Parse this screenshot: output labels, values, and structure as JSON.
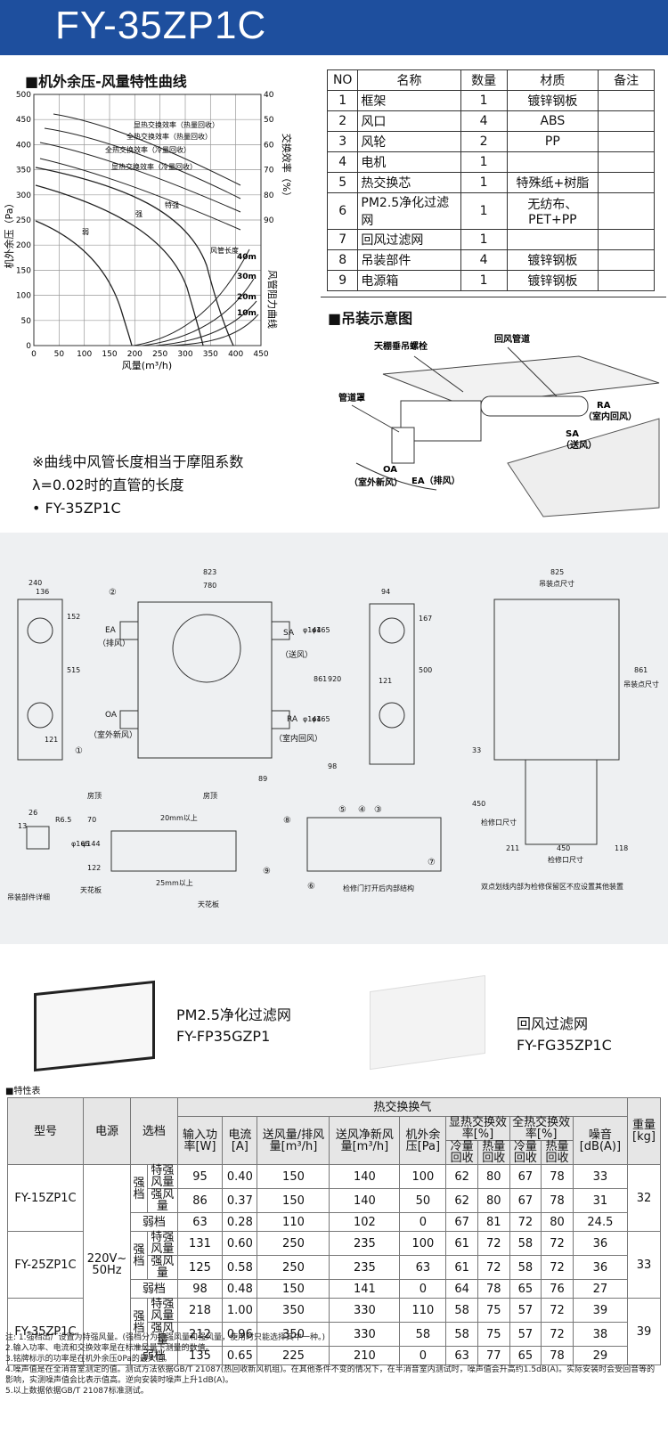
{
  "header": {
    "title": "FY-35ZP1C"
  },
  "curve": {
    "title": "■机外余压-风量特性曲线",
    "ylabel_left": "机外余压（Pa）",
    "ylabel_right_top": "交换效率（%）",
    "ylabel_right_bottom": "风管阻力曲线",
    "xlabel": "风量(m³/h)",
    "y_ticks": [
      "0",
      "50",
      "100",
      "150",
      "200",
      "250",
      "300",
      "350",
      "400",
      "450",
      "500"
    ],
    "y2_ticks": [
      "40",
      "50",
      "60",
      "70",
      "80",
      "90"
    ],
    "x_ticks": [
      "0",
      "50",
      "100",
      "150",
      "200",
      "250",
      "300",
      "350",
      "400",
      "450"
    ],
    "curve_labels": [
      "显热交换效率（热量回收）",
      "全热交换效率（热量回收）",
      "全热交换效率（冷量回收）",
      "显热交换效率（冷量回收）",
      "特强",
      "强",
      "弱"
    ],
    "duct_title": "风管长度",
    "duct_lengths": [
      "40m",
      "30m",
      "20m",
      "10m"
    ],
    "notes": [
      "※曲线中风管长度相当于摩阻系数",
      "λ=0.02时的直管的长度",
      "• FY-35ZP1C"
    ]
  },
  "parts_table": {
    "headers": [
      "NO",
      "名称",
      "数量",
      "材质",
      "备注"
    ],
    "rows": [
      [
        "1",
        "框架",
        "1",
        "镀锌钢板",
        ""
      ],
      [
        "2",
        "风口",
        "4",
        "ABS",
        ""
      ],
      [
        "3",
        "风轮",
        "2",
        "PP",
        ""
      ],
      [
        "4",
        "电机",
        "1",
        "",
        ""
      ],
      [
        "5",
        "热交换芯",
        "1",
        "特殊纸+树脂",
        ""
      ],
      [
        "6",
        "PM2.5净化过滤网",
        "1",
        "无纺布、PET+PP",
        ""
      ],
      [
        "7",
        "回风过滤网",
        "1",
        "",
        ""
      ],
      [
        "8",
        "吊装部件",
        "4",
        "镀锌钢板",
        ""
      ],
      [
        "9",
        "电源箱",
        "1",
        "镀锌钢板",
        ""
      ]
    ]
  },
  "install": {
    "title": "■吊装示意图",
    "labels": [
      "天棚垂吊螺栓",
      "回风管道",
      "管道罩",
      "RA",
      "（室内回风）",
      "SA",
      "（送风）",
      "OA",
      "（室外新风）",
      "EA（排风）"
    ]
  },
  "drawing": {
    "dims": [
      "240",
      "136",
      "152",
      "515",
      "121",
      "823",
      "780",
      "920",
      "861",
      "98",
      "89",
      "94",
      "167",
      "500",
      "121",
      "825",
      "吊装点尺寸",
      "861",
      "吊装点尺寸",
      "33",
      "450",
      "检修口尺寸",
      "211",
      "450",
      "118",
      "检修口尺寸",
      "26",
      "R6.5",
      "13",
      "φ165",
      "φ144",
      "φ144",
      "φ165",
      "φ144",
      "φ165"
    ],
    "labels": [
      "EA",
      "（排风）",
      "OA",
      "（室外新风）",
      "SA",
      "（送风）",
      "RA",
      "（室内回风）",
      "房顶",
      "房顶",
      "20mm以上",
      "25mm以上",
      "70",
      "122",
      "天花板",
      "天花板",
      "吊装部件详细",
      "检修门打开后内部结构",
      "双点划线内部为检修保留区不应设置其他装置"
    ],
    "markers": [
      "①",
      "②",
      "③",
      "④",
      "⑤",
      "⑥",
      "⑦",
      "⑧",
      "⑨"
    ]
  },
  "filters": {
    "pm_name": "PM2.5净化过滤网",
    "pm_model": "FY-FP35GZP1",
    "ret_name": "回风过滤网",
    "ret_model": "FY-FG35ZP1C"
  },
  "spec": {
    "title": "■特性表",
    "h_model": "型号",
    "h_power": "电源",
    "h_speed": "选档",
    "h_group": "热交换换气",
    "h_weight": "重量[kg]",
    "h_cols": [
      "输入功率[W]",
      "电流[A]",
      "送风量/排风量[m³/h]",
      "送风净新风量[m³/h]",
      "机外余压[Pa]"
    ],
    "h_sens": "显热交换效率[%]",
    "h_total": "全热交换效率[%]",
    "h_noise": "噪音[dB(A)]",
    "h_sub": [
      "冷量回收",
      "热量回收",
      "冷量回收",
      "热量回收"
    ],
    "power_value": "220V~ 50Hz",
    "speed_group": "强档",
    "models": [
      {
        "name": "FY-15ZP1C",
        "weight": "32",
        "rows": [
          [
            "特强风量",
            "95",
            "0.40",
            "150",
            "140",
            "100",
            "62",
            "80",
            "67",
            "78",
            "33"
          ],
          [
            "强风量",
            "86",
            "0.37",
            "150",
            "140",
            "50",
            "62",
            "80",
            "67",
            "78",
            "31"
          ],
          [
            "弱档",
            "63",
            "0.28",
            "110",
            "102",
            "0",
            "67",
            "81",
            "72",
            "80",
            "24.5"
          ]
        ]
      },
      {
        "name": "FY-25ZP1C",
        "weight": "33",
        "rows": [
          [
            "特强风量",
            "131",
            "0.60",
            "250",
            "235",
            "100",
            "61",
            "72",
            "58",
            "72",
            "36"
          ],
          [
            "强风量",
            "125",
            "0.58",
            "250",
            "235",
            "63",
            "61",
            "72",
            "58",
            "72",
            "36"
          ],
          [
            "弱档",
            "98",
            "0.48",
            "150",
            "141",
            "0",
            "64",
            "78",
            "65",
            "76",
            "27"
          ]
        ]
      },
      {
        "name": "FY-35ZP1C",
        "weight": "39",
        "rows": [
          [
            "特强风量",
            "218",
            "1.00",
            "350",
            "330",
            "110",
            "58",
            "75",
            "57",
            "72",
            "39"
          ],
          [
            "强风量",
            "212",
            "0.96",
            "350",
            "330",
            "58",
            "58",
            "75",
            "57",
            "72",
            "38"
          ],
          [
            "弱档",
            "135",
            "0.65",
            "225",
            "210",
            "0",
            "63",
            "77",
            "65",
            "78",
            "29"
          ]
        ]
      }
    ],
    "notes": [
      "注: 1.强档出厂设置为特强风量。(强档分为特强风量和强风量，使用时只能选择其中一种。)",
      "2.输入功率、电流和交换效率是在标准风量下测量的数值。",
      "3.铭牌标示的功率是在机外余压0Pa的最大值。",
      "4.噪声值是在全消音室测定的值。测试方法依据GB/T 21087(热回收新风机组)。在其他条件不变的情况下，在半消音室内测试时，噪声值会升高约1.5dB(A)。实际安装时会受回音等的影响，实测噪声值会比表示值高。逆向安装时噪声上升1dB(A)。",
      "5.以上数据依据GB/T 21087标准测试。"
    ]
  }
}
